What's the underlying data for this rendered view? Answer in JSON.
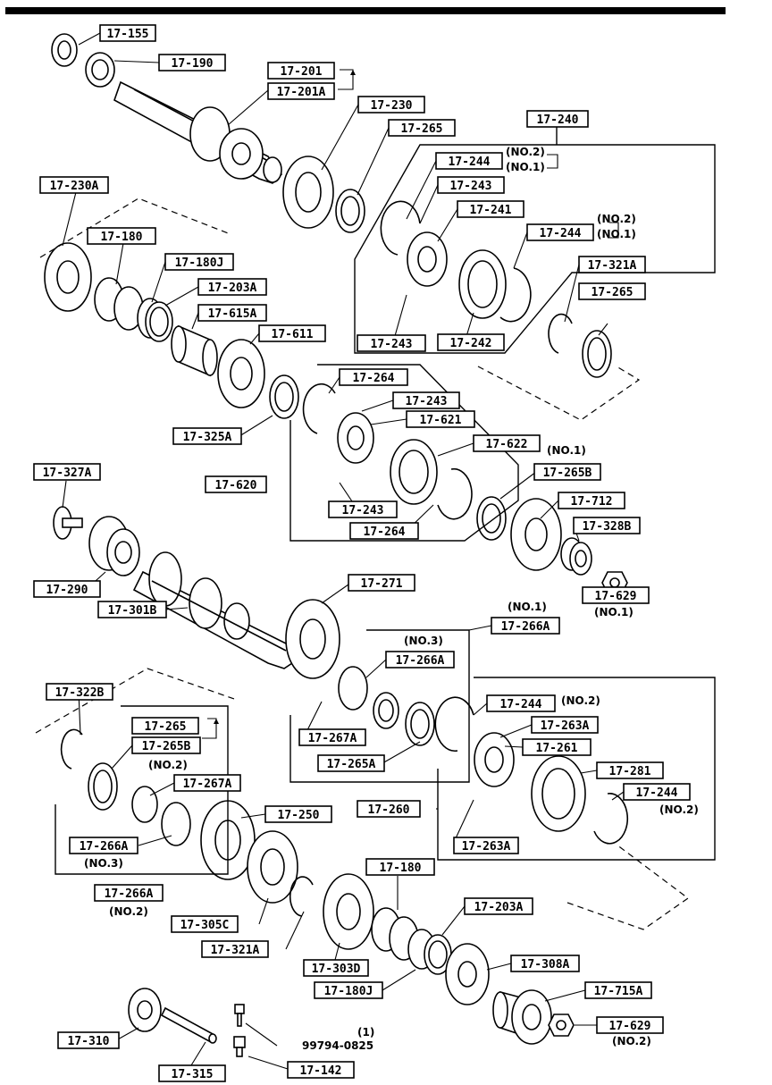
{
  "diagram": {
    "callouts": [
      {
        "id": "c1",
        "text": "17-155"
      },
      {
        "id": "c2",
        "text": "17-190"
      },
      {
        "id": "c3",
        "text": "17-201"
      },
      {
        "id": "c4",
        "text": "17-201A"
      },
      {
        "id": "c5",
        "text": "17-230"
      },
      {
        "id": "c6",
        "text": "17-265"
      },
      {
        "id": "c7",
        "text": "17-240"
      },
      {
        "id": "c8",
        "text": "17-244"
      },
      {
        "id": "c9",
        "text": "17-243"
      },
      {
        "id": "c10",
        "text": "17-241"
      },
      {
        "id": "c11",
        "text": "17-244"
      },
      {
        "id": "c12",
        "text": "17-230A"
      },
      {
        "id": "c13",
        "text": "17-180"
      },
      {
        "id": "c14",
        "text": "17-180J"
      },
      {
        "id": "c15",
        "text": "17-203A"
      },
      {
        "id": "c16",
        "text": "17-615A"
      },
      {
        "id": "c17",
        "text": "17-611"
      },
      {
        "id": "c18",
        "text": "17-321A"
      },
      {
        "id": "c19",
        "text": "17-265"
      },
      {
        "id": "c20",
        "text": "17-243"
      },
      {
        "id": "c21",
        "text": "17-242"
      },
      {
        "id": "c22",
        "text": "17-264"
      },
      {
        "id": "c23",
        "text": "17-243"
      },
      {
        "id": "c24",
        "text": "17-621"
      },
      {
        "id": "c25",
        "text": "17-622"
      },
      {
        "id": "c26",
        "text": "17-325A"
      },
      {
        "id": "c27",
        "text": "17-620"
      },
      {
        "id": "c28",
        "text": "17-265B"
      },
      {
        "id": "c29",
        "text": "17-327A"
      },
      {
        "id": "c30",
        "text": "17-243"
      },
      {
        "id": "c31",
        "text": "17-264"
      },
      {
        "id": "c32",
        "text": "17-712"
      },
      {
        "id": "c33",
        "text": "17-328B"
      },
      {
        "id": "c34",
        "text": "17-290"
      },
      {
        "id": "c35",
        "text": "17-271"
      },
      {
        "id": "c36",
        "text": "17-301B"
      },
      {
        "id": "c37",
        "text": "17-629"
      },
      {
        "id": "c38",
        "text": "17-266A"
      },
      {
        "id": "c39",
        "text": "17-266A"
      },
      {
        "id": "c40",
        "text": "17-322B"
      },
      {
        "id": "c41",
        "text": "17-244"
      },
      {
        "id": "c42",
        "text": "17-263A"
      },
      {
        "id": "c43",
        "text": "17-265"
      },
      {
        "id": "c44",
        "text": "17-261"
      },
      {
        "id": "c45",
        "text": "17-265B"
      },
      {
        "id": "c46",
        "text": "17-267A"
      },
      {
        "id": "c47",
        "text": "17-281"
      },
      {
        "id": "c48",
        "text": "17-267A"
      },
      {
        "id": "c49",
        "text": "17-244"
      },
      {
        "id": "c50",
        "text": "17-265A"
      },
      {
        "id": "c51",
        "text": "17-250"
      },
      {
        "id": "c52",
        "text": "17-260"
      },
      {
        "id": "c53",
        "text": "17-266A"
      },
      {
        "id": "c54",
        "text": "17-263A"
      },
      {
        "id": "c55",
        "text": "17-180"
      },
      {
        "id": "c56",
        "text": "17-266A"
      },
      {
        "id": "c57",
        "text": "17-203A"
      },
      {
        "id": "c58",
        "text": "17-305C"
      },
      {
        "id": "c59",
        "text": "17-321A"
      },
      {
        "id": "c60",
        "text": "17-303D"
      },
      {
        "id": "c61",
        "text": "17-308A"
      },
      {
        "id": "c62",
        "text": "17-180J"
      },
      {
        "id": "c63",
        "text": "17-715A"
      },
      {
        "id": "c64",
        "text": "17-310"
      },
      {
        "id": "c65",
        "text": "17-629"
      },
      {
        "id": "c66",
        "text": "17-315"
      },
      {
        "id": "c67",
        "text": "17-142"
      }
    ],
    "notes": [
      {
        "id": "n1",
        "text": "(NO.2)"
      },
      {
        "id": "n2",
        "text": "(NO.1)"
      },
      {
        "id": "n3",
        "text": "(NO.2)"
      },
      {
        "id": "n4",
        "text": "(NO.1)"
      },
      {
        "id": "n5",
        "text": "(NO.1)"
      },
      {
        "id": "n6",
        "text": "(NO.1)"
      },
      {
        "id": "n7",
        "text": "(NO.1)"
      },
      {
        "id": "n8",
        "text": "(NO.3)"
      },
      {
        "id": "n9",
        "text": "(NO.2)"
      },
      {
        "id": "n10",
        "text": "(NO.2)"
      },
      {
        "id": "n11",
        "text": "(NO.2)"
      },
      {
        "id": "n12",
        "text": "(NO.3)"
      },
      {
        "id": "n13",
        "text": "(NO.2)"
      },
      {
        "id": "n14",
        "text": "(NO.2)"
      },
      {
        "id": "n15",
        "text": "(1)"
      },
      {
        "id": "n16",
        "text": "99794-0825"
      }
    ]
  }
}
